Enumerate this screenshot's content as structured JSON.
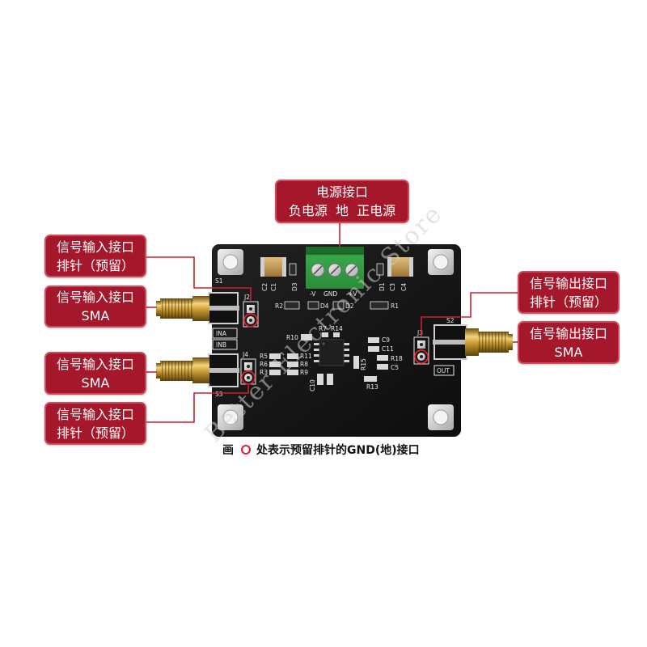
{
  "callouts": {
    "power": {
      "title": "电源接口",
      "subtitle": "负电源  地  正电源"
    },
    "input_header_top": {
      "title": "信号输入接口",
      "subtitle": "排针（预留）"
    },
    "input_sma_top": {
      "title": "信号输入接口",
      "subtitle": "SMA"
    },
    "input_sma_bottom": {
      "title": "信号输入接口",
      "subtitle": "SMA"
    },
    "input_header_bottom": {
      "title": "信号输入接口",
      "subtitle": "排针（预留）"
    },
    "output_header": {
      "title": "信号输出接口",
      "subtitle": "排针（预留）"
    },
    "output_sma": {
      "title": "信号输出接口",
      "subtitle": "SMA"
    }
  },
  "caption": {
    "prefix": "画",
    "suffix": "处表示预留排针的GND(地)接口"
  },
  "watermark": "Better Electronic Store",
  "board": {
    "labels": [
      "S1",
      "J2",
      "INA",
      "INB",
      "J4",
      "S3",
      "-V",
      "GND",
      "+V",
      "R2",
      "D4",
      "D2",
      "R1",
      "R10",
      "R7",
      "R14",
      "R5",
      "R6",
      "R3",
      "R11",
      "R8",
      "R9",
      "C9",
      "C11",
      "R15",
      "R18",
      "C5",
      "R13",
      "C10",
      "S2",
      "J3",
      "OUT",
      "C2",
      "C1",
      "D3",
      "D1",
      "C3",
      "C4"
    ]
  },
  "icons": {
    "gnd_marker": "red-circle-icon",
    "mounting_hole": "mounting-hole-icon",
    "terminal_screw": "screw-icon",
    "sma_connector": "sma-connector-icon"
  },
  "colors": {
    "callout_fill": "#a5182c",
    "callout_border": "#d04a5a",
    "leader_line": "#d11f2f",
    "pcb": "#151515",
    "terminal_block": "#2f9a3e",
    "gnd_marker": "#e0202a"
  }
}
